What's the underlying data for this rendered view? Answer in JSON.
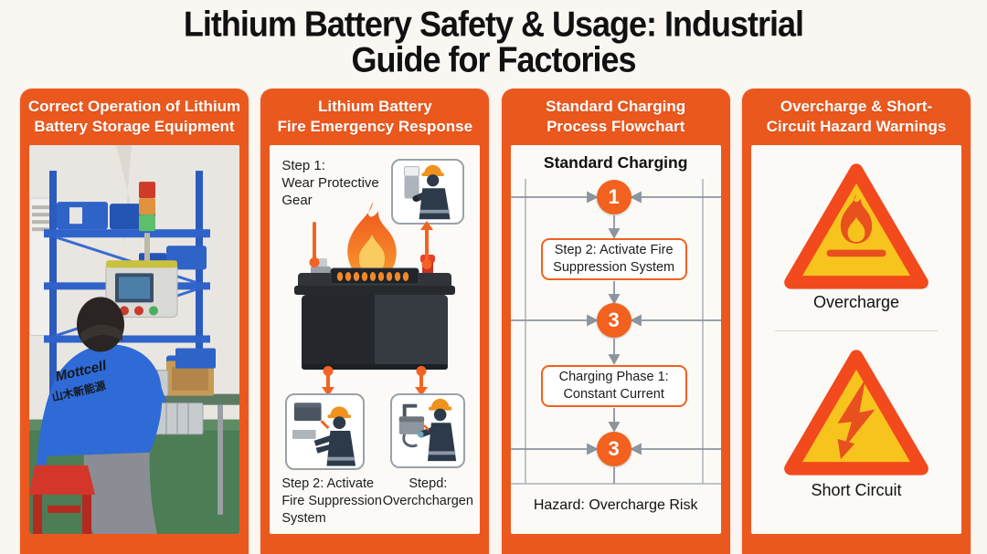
{
  "title": "Lithium Battery Safety & Usage: Industrial\nGuide for Factories",
  "panels": {
    "storage": {
      "header": "Correct Operation of Lithium\nBattery Storage Equipment",
      "photo": {
        "jacket_brand": "Mottcell",
        "jacket_chinese": "山木新能源"
      }
    },
    "fire_response": {
      "header": "Lithium Battery\nFire Emergency Response",
      "step1_label": "Step 1:\nWear Protective\nGear",
      "step2_label": "Step 2: Activate\nFire Suppression\nSystem",
      "step3_label": "Stepd:\nOverchchargen"
    },
    "flowchart": {
      "header": "Standard Charging\nProcess Flowchart",
      "heading": "Standard Charging",
      "node1": "1",
      "box1": "Step 2: Activate Fire\nSuppression System",
      "node2": "3",
      "box2": "Charging Phase 1:\nConstant Current",
      "node3": "3",
      "footer": "Hazard: Overcharge Risk"
    },
    "hazards": {
      "header": "Overcharge & Short-\nCircuit Hazard Warnings",
      "overcharge_label": "Overcharge",
      "short_circuit_label": "Short Circuit"
    }
  },
  "colors": {
    "panel_orange": "#EB581E",
    "accent_orange": "#F2611E",
    "connector_orange": "#F26322",
    "triangle_yellow": "#F7C41E",
    "triangle_border": "#F2491D",
    "flow_gray": "#8C949E",
    "background": "#FAF7F2"
  }
}
